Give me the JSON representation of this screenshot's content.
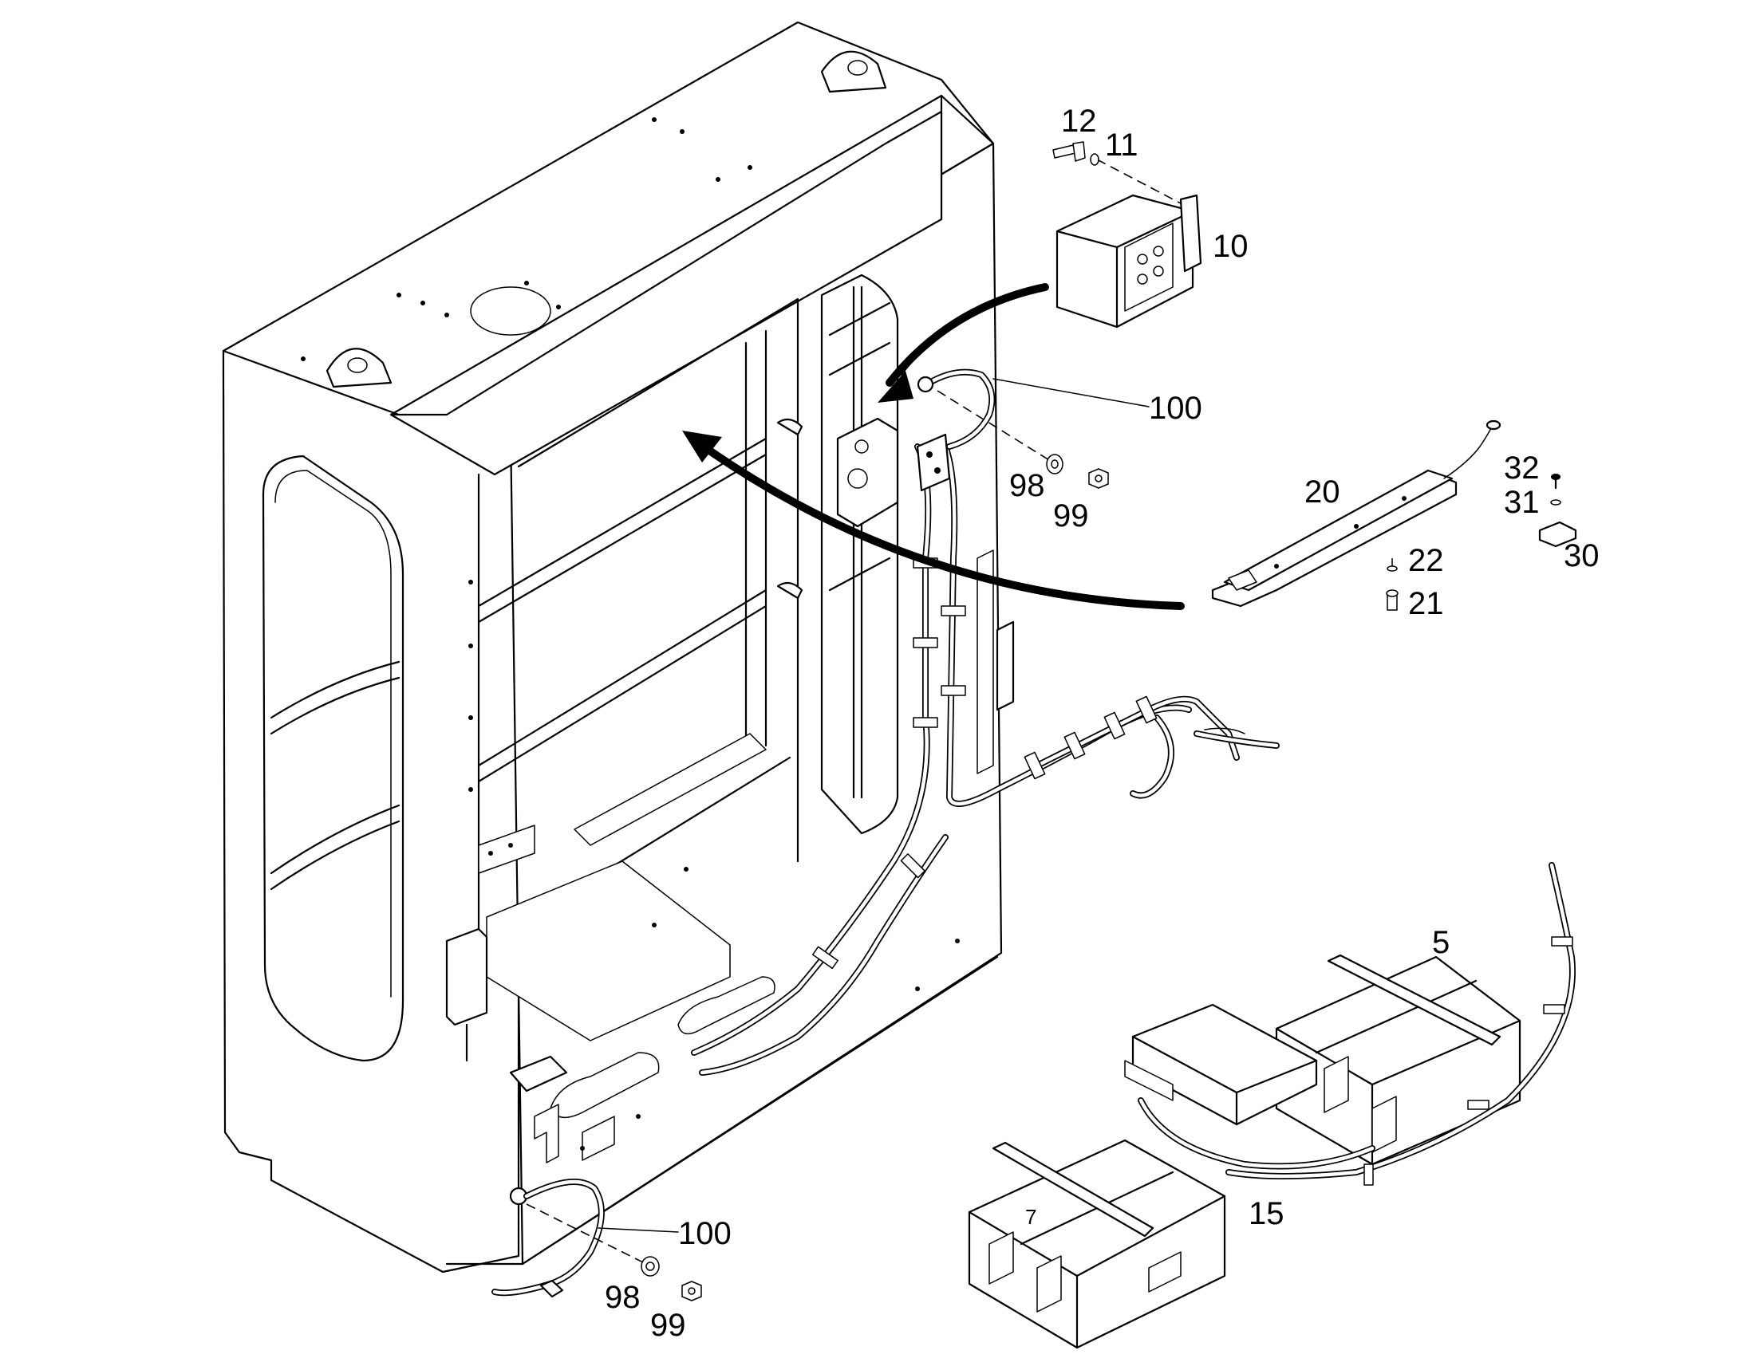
{
  "diagram": {
    "callouts": {
      "c12": "12",
      "c11": "11",
      "c10": "10",
      "c100_top": "100",
      "c98_top": "98",
      "c99_top": "99",
      "c20": "20",
      "c22": "22",
      "c21": "21",
      "c32": "32",
      "c31": "31",
      "c30": "30",
      "c5": "5",
      "c15": "15",
      "c100_bottom": "100",
      "c98_bottom": "98",
      "c99_bottom": "99",
      "battery_label": "7"
    }
  }
}
